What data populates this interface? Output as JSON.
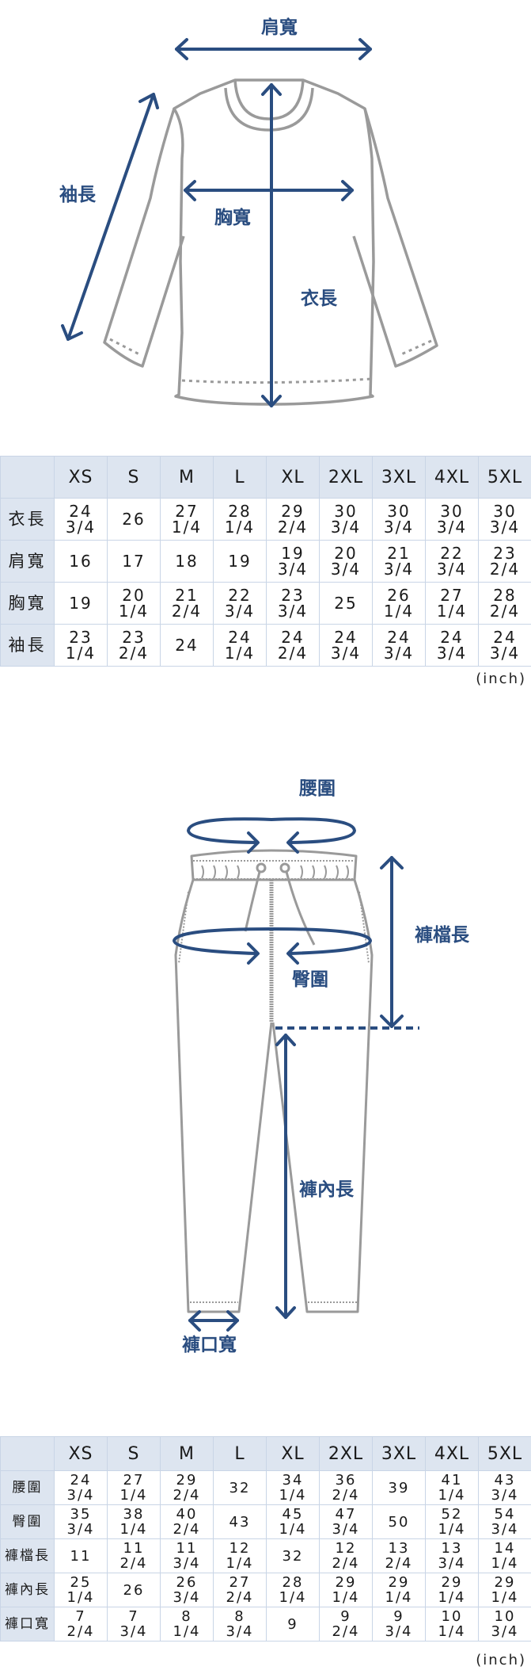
{
  "top_diagram": {
    "labels": {
      "shoulder_width": "肩寬",
      "sleeve_length": "袖長",
      "chest_width": "胸寬",
      "body_length": "衣長"
    }
  },
  "top_table": {
    "corner": "",
    "sizes": [
      "XS",
      "S",
      "M",
      "L",
      "XL",
      "2XL",
      "3XL",
      "4XL",
      "5XL"
    ],
    "rows": [
      {
        "label": "衣長",
        "values": [
          [
            "24",
            "3/4"
          ],
          [
            "26",
            ""
          ],
          [
            "27",
            "1/4"
          ],
          [
            "28",
            "1/4"
          ],
          [
            "29",
            "2/4"
          ],
          [
            "30",
            "3/4"
          ],
          [
            "30",
            "3/4"
          ],
          [
            "30",
            "3/4"
          ],
          [
            "30",
            "3/4"
          ]
        ]
      },
      {
        "label": "肩寬",
        "values": [
          [
            "16",
            ""
          ],
          [
            "17",
            ""
          ],
          [
            "18",
            ""
          ],
          [
            "19",
            ""
          ],
          [
            "19",
            "3/4"
          ],
          [
            "20",
            "3/4"
          ],
          [
            "21",
            "3/4"
          ],
          [
            "22",
            "3/4"
          ],
          [
            "23",
            "2/4"
          ]
        ]
      },
      {
        "label": "胸寬",
        "values": [
          [
            "19",
            ""
          ],
          [
            "20",
            "1/4"
          ],
          [
            "21",
            "2/4"
          ],
          [
            "22",
            "3/4"
          ],
          [
            "23",
            "3/4"
          ],
          [
            "25",
            ""
          ],
          [
            "26",
            "1/4"
          ],
          [
            "27",
            "1/4"
          ],
          [
            "28",
            "2/4"
          ]
        ]
      },
      {
        "label": "袖長",
        "values": [
          [
            "23",
            "1/4"
          ],
          [
            "23",
            "2/4"
          ],
          [
            "24",
            ""
          ],
          [
            "24",
            "1/4"
          ],
          [
            "24",
            "2/4"
          ],
          [
            "24",
            "3/4"
          ],
          [
            "24",
            "3/4"
          ],
          [
            "24",
            "3/4"
          ],
          [
            "24",
            "3/4"
          ]
        ]
      }
    ],
    "unit": "(inch)"
  },
  "bottom_diagram": {
    "labels": {
      "waist": "腰圍",
      "hip": "臀圍",
      "rise": "褲檔長",
      "inseam": "褲內長",
      "leg_opening": "褲口寬"
    }
  },
  "bottom_table": {
    "corner": "",
    "sizes": [
      "XS",
      "S",
      "M",
      "L",
      "XL",
      "2XL",
      "3XL",
      "4XL",
      "5XL"
    ],
    "rows": [
      {
        "label": "腰圍",
        "values": [
          [
            "24",
            "3/4"
          ],
          [
            "27",
            "1/4"
          ],
          [
            "29",
            "2/4"
          ],
          [
            "32",
            ""
          ],
          [
            "34",
            "1/4"
          ],
          [
            "36",
            "2/4"
          ],
          [
            "39",
            ""
          ],
          [
            "41",
            "1/4"
          ],
          [
            "43",
            "3/4"
          ]
        ]
      },
      {
        "label": "臀圍",
        "values": [
          [
            "35",
            "3/4"
          ],
          [
            "38",
            "1/4"
          ],
          [
            "40",
            "2/4"
          ],
          [
            "43",
            ""
          ],
          [
            "45",
            "1/4"
          ],
          [
            "47",
            "3/4"
          ],
          [
            "50",
            ""
          ],
          [
            "52",
            "1/4"
          ],
          [
            "54",
            "3/4"
          ]
        ]
      },
      {
        "label": "褲檔長",
        "values": [
          [
            "11",
            ""
          ],
          [
            "11",
            "2/4"
          ],
          [
            "11",
            "3/4"
          ],
          [
            "12",
            "1/4"
          ],
          [
            "32",
            ""
          ],
          [
            "12",
            "2/4"
          ],
          [
            "13",
            "2/4"
          ],
          [
            "13",
            "3/4"
          ],
          [
            "14",
            "1/4"
          ]
        ]
      },
      {
        "label": "褲內長",
        "values": [
          [
            "25",
            "1/4"
          ],
          [
            "26",
            ""
          ],
          [
            "26",
            "3/4"
          ],
          [
            "27",
            "2/4"
          ],
          [
            "28",
            "1/4"
          ],
          [
            "29",
            "1/4"
          ],
          [
            "29",
            "1/4"
          ],
          [
            "29",
            "1/4"
          ],
          [
            "29",
            "1/4"
          ]
        ]
      },
      {
        "label": "褲口寬",
        "values": [
          [
            "7",
            "2/4"
          ],
          [
            "7",
            "3/4"
          ],
          [
            "8",
            "1/4"
          ],
          [
            "8",
            "3/4"
          ],
          [
            "9",
            ""
          ],
          [
            "9",
            "2/4"
          ],
          [
            "9",
            "3/4"
          ],
          [
            "10",
            "1/4"
          ],
          [
            "10",
            "3/4"
          ]
        ]
      }
    ],
    "unit": "(inch)"
  },
  "colors": {
    "accent": "#2a4d80",
    "outline": "#9a9a9a",
    "header_bg": "#dde5f0",
    "grid": "#c9d5e6"
  }
}
